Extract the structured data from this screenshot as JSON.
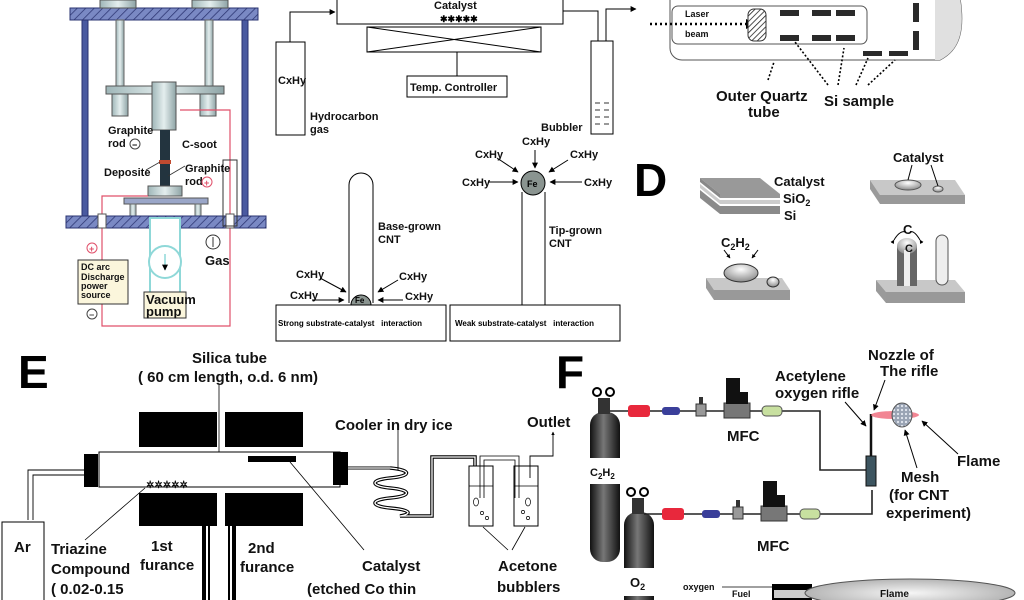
{
  "panelA": {
    "labels": {
      "graphite_rod_top": [
        "Graphite",
        "rod"
      ],
      "c_soot": "C-soot",
      "deposite": "Deposite",
      "graphite_rod_bottom": [
        "Graphite",
        "rod"
      ],
      "gas": "Gas",
      "power_source": [
        "DC arc",
        "Discharge",
        "power",
        "source"
      ],
      "vacuum_pump": [
        "Vacuum",
        "pump"
      ],
      "minus": "−",
      "plus": "+"
    },
    "colors": {
      "frame": "#6b7bb5",
      "wire": "#e0506a",
      "pump": "#8fd8d8"
    }
  },
  "panelB": {
    "catalyst": "Catalyst",
    "temp_controller": "Temp. Controller",
    "hydrocarbon_formula": "CxHy",
    "hydrocarbon_label": [
      "Hydrocarbon",
      "gas"
    ],
    "bubbler": "Bubbler"
  },
  "panelC_growth": {
    "base_grown": [
      "Base-grown",
      "CNT"
    ],
    "tip_grown": [
      "Tip-grown",
      "CNT"
    ],
    "fe": "Fe",
    "cxhy": "CxHy",
    "strong": "Strong substrate-catalyst   interaction",
    "weak": "Weak substrate-catalyst   interaction"
  },
  "panelLaser": {
    "laser_beam": [
      "Laser",
      "beam"
    ],
    "outer_tube": [
      "Outer Quartz",
      "tube"
    ],
    "si_sample": "Si sample"
  },
  "panelD": {
    "letter": "D",
    "catalyst_layer": "Catalyst",
    "sio2": "SiO2",
    "si": "Si",
    "c2h2": "C2H2",
    "catalyst_top": "Catalyst",
    "carbon": "C"
  },
  "panelE": {
    "letter": "E",
    "silica_tube": [
      "Silica tube",
      "( 60 cm length, o.d. 6 nm)"
    ],
    "cooler": "Cooler in dry ice",
    "outlet": "Outlet",
    "ar": "Ar",
    "triazine": [
      "Triazine",
      "Compound",
      "( 0.02-0.15"
    ],
    "furnace1": [
      "1st",
      "furance"
    ],
    "furnace2": [
      "2nd",
      "furance"
    ],
    "catalyst": [
      "Catalyst",
      "(etched Co thin"
    ],
    "bubblers": [
      "Acetone",
      "bubblers"
    ]
  },
  "panelF": {
    "letter": "F",
    "c2h2": "C2H2",
    "o2": "O2",
    "mfc": "MFC",
    "rifle": [
      "Acetylene",
      "oxygen rifle"
    ],
    "nozzle": [
      "Nozzle of",
      "The rifle"
    ],
    "flame": "Flame",
    "mesh": [
      "Mesh",
      "(for CNT",
      "experiment)"
    ],
    "inset_oxygen": "oxygen",
    "inset_fuel": "Fuel",
    "inset_flame": "Flame",
    "colors": {
      "filter": "#e8283c",
      "coil": "#3a3f9a",
      "check": "#c8e0a0",
      "flame": "#f07080"
    }
  }
}
